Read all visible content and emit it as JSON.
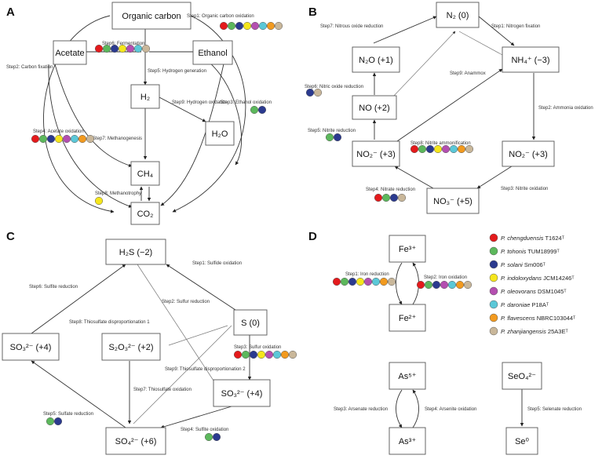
{
  "colors": {
    "red": "#e41a1c",
    "green": "#5cb85c",
    "blue": "#2b3a8f",
    "yellow": "#f5e61c",
    "purple": "#b44fb0",
    "cyan": "#5bc8d8",
    "orange": "#f29a1f",
    "tan": "#c9b79a"
  },
  "panels": {
    "A": {
      "label": "A",
      "nodes": {
        "organic_carbon": "Organic carbon",
        "acetate": "Acetate",
        "ethanol": "Ethanol",
        "h2": "H₂",
        "h2o": "H₂O",
        "ch4": "CH₄",
        "co2": "CO₂"
      },
      "steps": {
        "s1": "Step1: Organic carbon oxidation",
        "s2": "Step2: Carbon fixation",
        "s3": "Step3: Ethanol oxidation",
        "s4": "Step4: Acetate oxidation",
        "s5": "Step5: Hydrogen generation",
        "s6": "Step6: Fermentation",
        "s7": "Step7: Methanogenesis",
        "s8": "Step8: Methanotrophy",
        "s9": "Step9: Hydrogen oxidation"
      }
    },
    "B": {
      "label": "B",
      "nodes": {
        "n2": "N₂ (0)",
        "n2o": "N₂O (+1)",
        "nh4": "NH₄⁺ (−3)",
        "no": "NO (+2)",
        "no2_left": "NO₂⁻ (+3)",
        "no2_right": "NO₂⁻ (+3)",
        "no3": "NO₃⁻ (+5)"
      },
      "steps": {
        "s1": "Step1: Nitrogen fixation",
        "s2": "Step2: Ammonia oxidation",
        "s3": "Step3: Nitrite oxidation",
        "s4": "Step4: Nitrate reduction",
        "s5": "Step5: Nitrite reduction",
        "s6": "Step6: Nitric oxide reduction",
        "s7": "Step7: Nitrous oxide reduction",
        "s8": "Step8: Nitrite ammonification",
        "s9": "Step9: Anammox"
      }
    },
    "C": {
      "label": "C",
      "nodes": {
        "h2s": "H₂S (−2)",
        "s0": "S (0)",
        "so3_left": "SO₃²⁻ (+4)",
        "s2o3": "S₂O₃²⁻ (+2)",
        "so3_right": "SO₃²⁻ (+4)",
        "so4": "SO₄²⁻ (+6)"
      },
      "steps": {
        "s1": "Step1: Sulfide oxidation",
        "s2": "Step2: Sulfur reduction",
        "s3": "Step3: Sulfur oxidation",
        "s4": "Step4: Sulfite oxidation",
        "s5": "Step5: Sulfate reduction",
        "s6": "Step6: Sulfite reduction",
        "s7": "Step7: Thiosulfate oxidation",
        "s8": "Step8: Thiosulfate disproportionation 1",
        "s9": "Step9: Thiosulfate disproportionation 2"
      }
    },
    "D": {
      "label": "D",
      "nodes": {
        "fe3": "Fe³⁺",
        "fe2": "Fe²⁺",
        "as5": "As⁵⁺",
        "as3": "As³⁺",
        "seo4": "SeO₄²⁻",
        "se0": "Se⁰"
      },
      "steps": {
        "s1": "Step1: Iron reduction",
        "s2": "Step2: Iron oxidation",
        "s3": "Step3: Arsenate reduction",
        "s4": "Step4: Arsenite oxidation",
        "s5": "Step5: Selenate reduction"
      }
    }
  },
  "legend": [
    {
      "species": "P. chengduensis",
      "strain": "T1624ᵀ",
      "color": "#e41a1c"
    },
    {
      "species": "P. tohonis",
      "strain": "TUM18999ᵀ",
      "color": "#5cb85c"
    },
    {
      "species": "P. solani",
      "strain": "Sm006ᵀ",
      "color": "#2b3a8f"
    },
    {
      "species": "P. indoloxydans",
      "strain": "JCM14246ᵀ",
      "color": "#f5e61c"
    },
    {
      "species": "P. oleovorans",
      "strain": "DSM1045ᵀ",
      "color": "#b44fb0"
    },
    {
      "species": "P. daroniae",
      "strain": "P18Aᵀ",
      "color": "#5bc8d8"
    },
    {
      "species": "P. flavescens",
      "strain": "NBRC103044ᵀ",
      "color": "#f29a1f"
    },
    {
      "species": "P. zhanjiangensis",
      "strain": "25A3Eᵀ",
      "color": "#c9b79a"
    }
  ]
}
